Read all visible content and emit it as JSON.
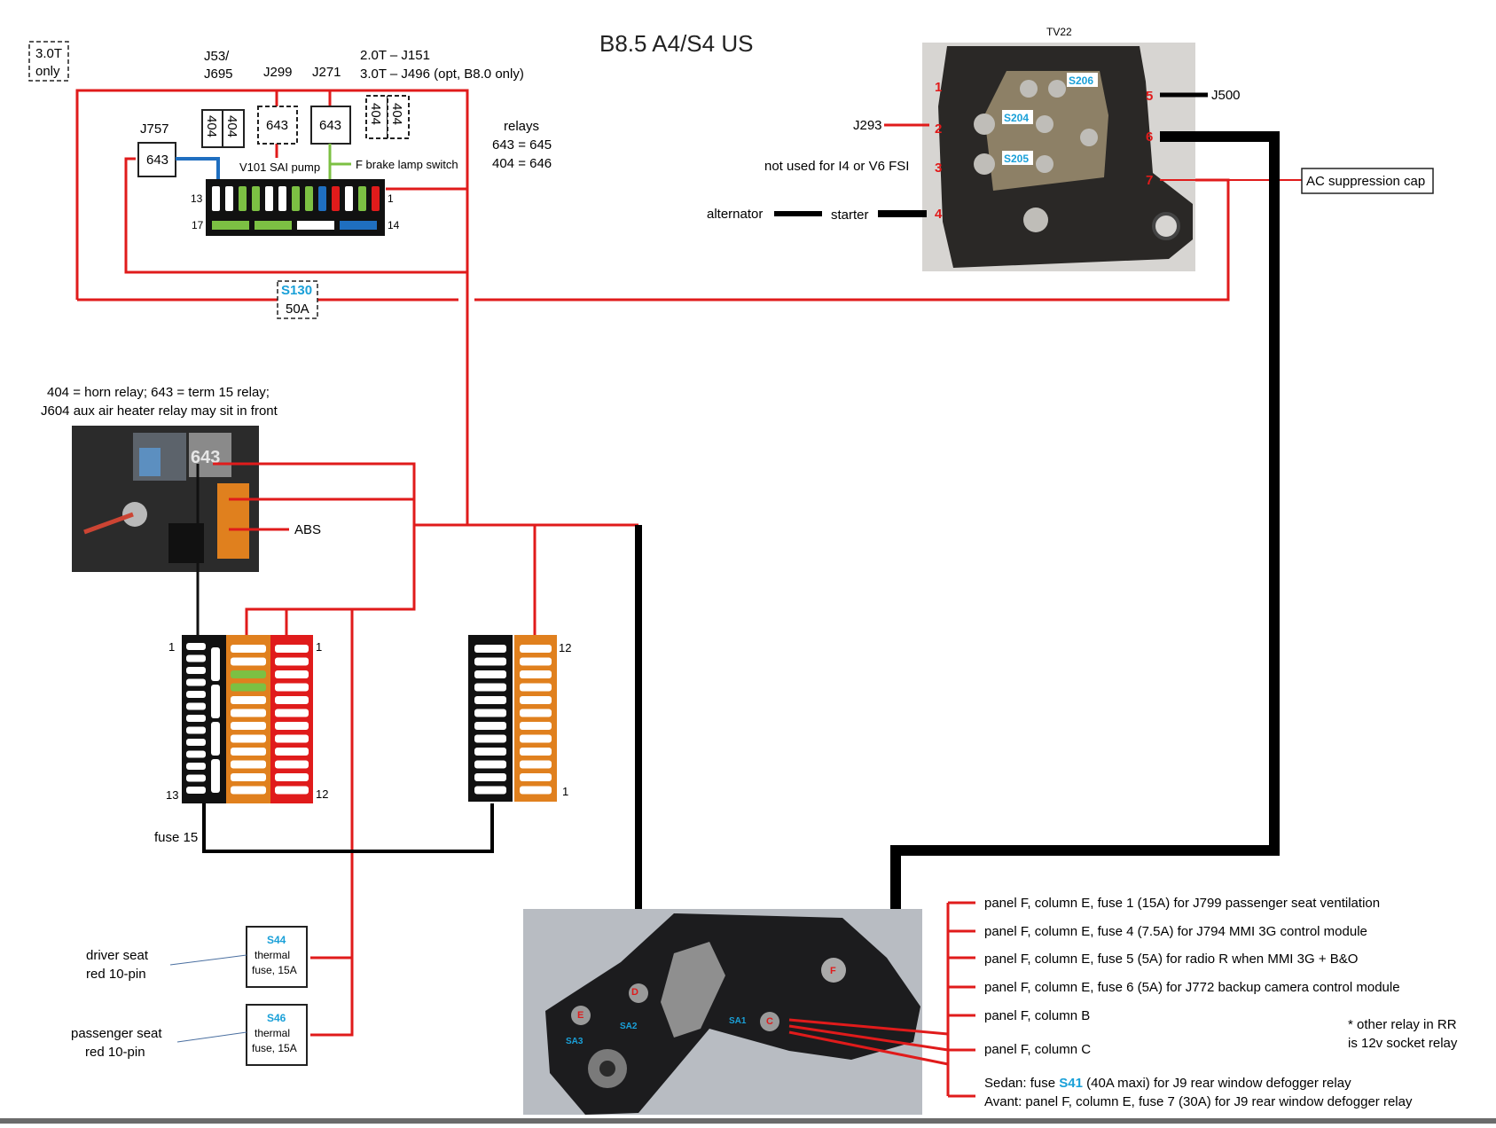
{
  "title": "B8.5 A4/S4 US",
  "engine_note": {
    "line1": "3.0T",
    "line2": "only"
  },
  "relay_labels": {
    "j53": "J53/",
    "j695": "J695",
    "j299": "J299",
    "j271": "J271",
    "j151": "2.0T – J151",
    "j496": "3.0T – J496 (opt, B8.0 only)",
    "j757": "J757"
  },
  "relay_codes": {
    "r643": "643",
    "r404": "404"
  },
  "relays_legend": {
    "title": "relays",
    "line1": "643 = 645",
    "line2": "404 = 646"
  },
  "sai_pump": "V101 SAI pump",
  "brake_switch": "F brake lamp switch",
  "connector_pins": {
    "p13": "13",
    "p1": "1",
    "p17": "17",
    "p14": "14"
  },
  "fuse_s130": {
    "name": "S130",
    "rating": "50A"
  },
  "relay_note": {
    "line1": "404 = horn relay;  643 = term 15 relay;",
    "line2": "J604 aux air heater relay may sit in front"
  },
  "photo_relay_text": "643",
  "abs": "ABS",
  "panel_numbers": {
    "left1": "1",
    "left13": "13",
    "red1": "1",
    "red12": "12",
    "right12": "12",
    "right1": "1"
  },
  "fuse15": "fuse 15",
  "s44": {
    "name": "S44",
    "line1": "thermal",
    "line2": "fuse, 15A"
  },
  "s46": {
    "name": "S46",
    "line1": "thermal",
    "line2": "fuse, 15A"
  },
  "driver_seat": {
    "line1": "driver seat",
    "line2": "red 10-pin"
  },
  "passenger_seat": {
    "line1": "passenger seat",
    "line2": "red 10-pin"
  },
  "tv22": {
    "title": "TV22",
    "n1": "1",
    "n2": "2",
    "n3": "3",
    "n4": "4",
    "n5": "5",
    "n6": "6",
    "n7": "7",
    "s206": "S206",
    "s204": "S204",
    "s205": "S205",
    "j500": "J500",
    "j293": "J293",
    "not_used": "not used for I4 or V6 FSI",
    "alternator": "alternator",
    "starter": "starter",
    "ac_cap": "AC suppression cap"
  },
  "bottom_block": {
    "e": "E",
    "d": "D",
    "f": "F",
    "c": "C",
    "sa3": "SA3",
    "sa2": "SA2",
    "sa1": "SA1"
  },
  "panel_f": {
    "line1": "panel F, column E, fuse 1 (15A) for J799 passenger seat ventilation",
    "line2": "panel F, column E, fuse 4 (7.5A) for J794 MMI 3G control module",
    "line3": "panel F, column E, fuse 5 (5A) for radio R when MMI 3G + B&O",
    "line4": "panel F, column E, fuse 6 (5A) for J772 backup camera control module",
    "line5": "panel F, column B",
    "line6": "panel F, column C",
    "sedan_prefix": "Sedan: fuse ",
    "sedan_fuse": "S41",
    "sedan_rest": " (40A maxi) for J9 rear window defogger relay",
    "avant": "Avant: panel F, column E, fuse 7 (30A) for J9 rear window defogger relay"
  },
  "rr_note": {
    "line1": "* other relay in RR",
    "line2": "is 12v socket relay"
  },
  "colors": {
    "wire_red": "#e01b1b",
    "wire_black": "#000000",
    "accent_blue": "#1aa0d8",
    "pin_green": "#7cc043",
    "pin_blue": "#1f6fc0",
    "fuse_orange": "#e0801e"
  }
}
